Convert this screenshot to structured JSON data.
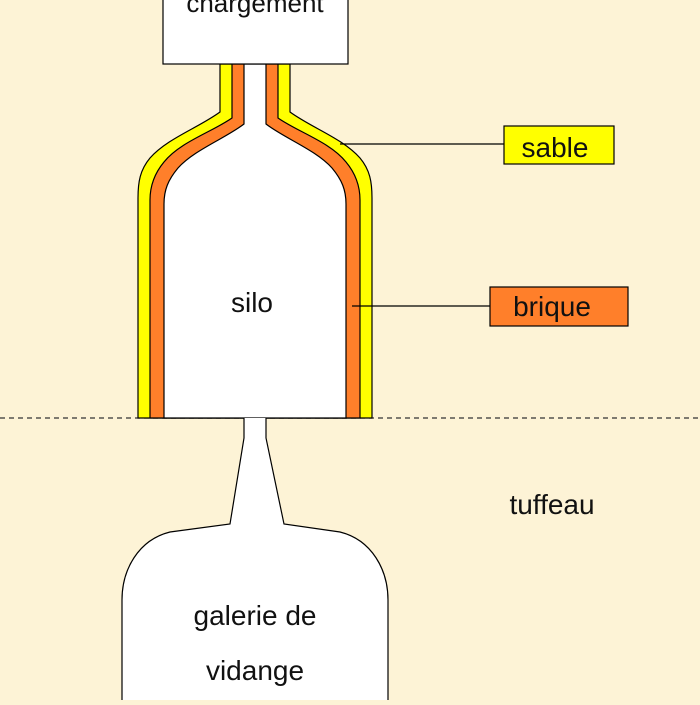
{
  "labels": {
    "chargement": "chargement",
    "silo": "silo",
    "sable": "sable",
    "brique": "brique",
    "tuffeau": "tuffeau",
    "galerie_line1": "galerie de",
    "galerie_line2": "vidange"
  },
  "colors": {
    "background": "#fdf3d6",
    "sand": "#ffff00",
    "brick": "#ff7f2a",
    "void": "#ffffff",
    "outline": "#000000"
  }
}
